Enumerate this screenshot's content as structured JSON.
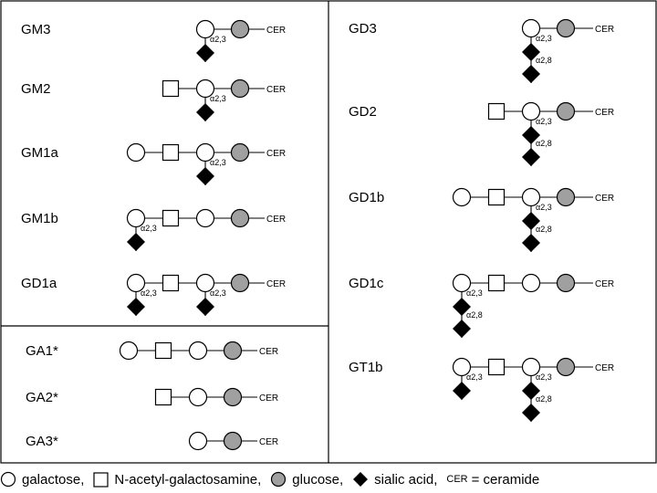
{
  "cer_label": "CER",
  "gangliosides": [
    {
      "name": "GM3",
      "group": "left-top",
      "chain": [
        "galactose",
        "glucose"
      ],
      "sialic": [
        {
          "pos": 0,
          "links": [
            "α2,3"
          ]
        }
      ]
    },
    {
      "name": "GM2",
      "group": "left-top",
      "chain": [
        "N-acetyl-galactosamine",
        "galactose",
        "glucose"
      ],
      "sialic": [
        {
          "pos": 1,
          "links": [
            "α2,3"
          ]
        }
      ]
    },
    {
      "name": "GM1a",
      "group": "left-top",
      "chain": [
        "galactose",
        "N-acetyl-galactosamine",
        "galactose",
        "glucose"
      ],
      "sialic": [
        {
          "pos": 2,
          "links": [
            "α2,3"
          ]
        }
      ]
    },
    {
      "name": "GM1b",
      "group": "left-top",
      "chain": [
        "galactose",
        "N-acetyl-galactosamine",
        "galactose",
        "glucose"
      ],
      "sialic": [
        {
          "pos": 0,
          "links": [
            "α2,3"
          ]
        }
      ]
    },
    {
      "name": "GD1a",
      "group": "left-top",
      "chain": [
        "galactose",
        "N-acetyl-galactosamine",
        "galactose",
        "glucose"
      ],
      "sialic": [
        {
          "pos": 0,
          "links": [
            "α2,3"
          ]
        },
        {
          "pos": 2,
          "links": [
            "α2,3"
          ]
        }
      ]
    },
    {
      "name": "GA1*",
      "group": "left-bottom",
      "chain": [
        "galactose",
        "N-acetyl-galactosamine",
        "galactose",
        "glucose"
      ],
      "sialic": []
    },
    {
      "name": "GA2*",
      "group": "left-bottom",
      "chain": [
        "N-acetyl-galactosamine",
        "galactose",
        "glucose"
      ],
      "sialic": []
    },
    {
      "name": "GA3*",
      "group": "left-bottom",
      "chain": [
        "galactose",
        "glucose"
      ],
      "sialic": []
    },
    {
      "name": "GD3",
      "group": "right",
      "chain": [
        "galactose",
        "glucose"
      ],
      "sialic": [
        {
          "pos": 0,
          "links": [
            "α2,3",
            "α2,8"
          ]
        }
      ]
    },
    {
      "name": "GD2",
      "group": "right",
      "chain": [
        "N-acetyl-galactosamine",
        "galactose",
        "glucose"
      ],
      "sialic": [
        {
          "pos": 1,
          "links": [
            "α2,3",
            "α2,8"
          ]
        }
      ]
    },
    {
      "name": "GD1b",
      "group": "right",
      "chain": [
        "galactose",
        "N-acetyl-galactosamine",
        "galactose",
        "glucose"
      ],
      "sialic": [
        {
          "pos": 2,
          "links": [
            "α2,3",
            "α2,8"
          ]
        }
      ]
    },
    {
      "name": "GD1c",
      "group": "right",
      "chain": [
        "galactose",
        "N-acetyl-galactosamine",
        "galactose",
        "glucose"
      ],
      "sialic": [
        {
          "pos": 0,
          "links": [
            "α2,3",
            "α2,8"
          ]
        }
      ]
    },
    {
      "name": "GT1b",
      "group": "right",
      "chain": [
        "galactose",
        "N-acetyl-galactosamine",
        "galactose",
        "glucose"
      ],
      "sialic": [
        {
          "pos": 0,
          "links": [
            "α2,3"
          ]
        },
        {
          "pos": 2,
          "links": [
            "α2,3",
            "α2,8"
          ]
        }
      ]
    }
  ],
  "legend": {
    "galactose": "galactose,",
    "galnac": "N-acetyl-galactosamine,",
    "glucose": "glucose,",
    "sialic": "sialic acid,",
    "cer_abbr": "CER",
    "ceramide": "= ceramide"
  },
  "colors": {
    "line": "#000000",
    "glucose_fill": "#a0a0a0",
    "sialic_fill": "#000000",
    "hollow_fill": "#ffffff"
  }
}
